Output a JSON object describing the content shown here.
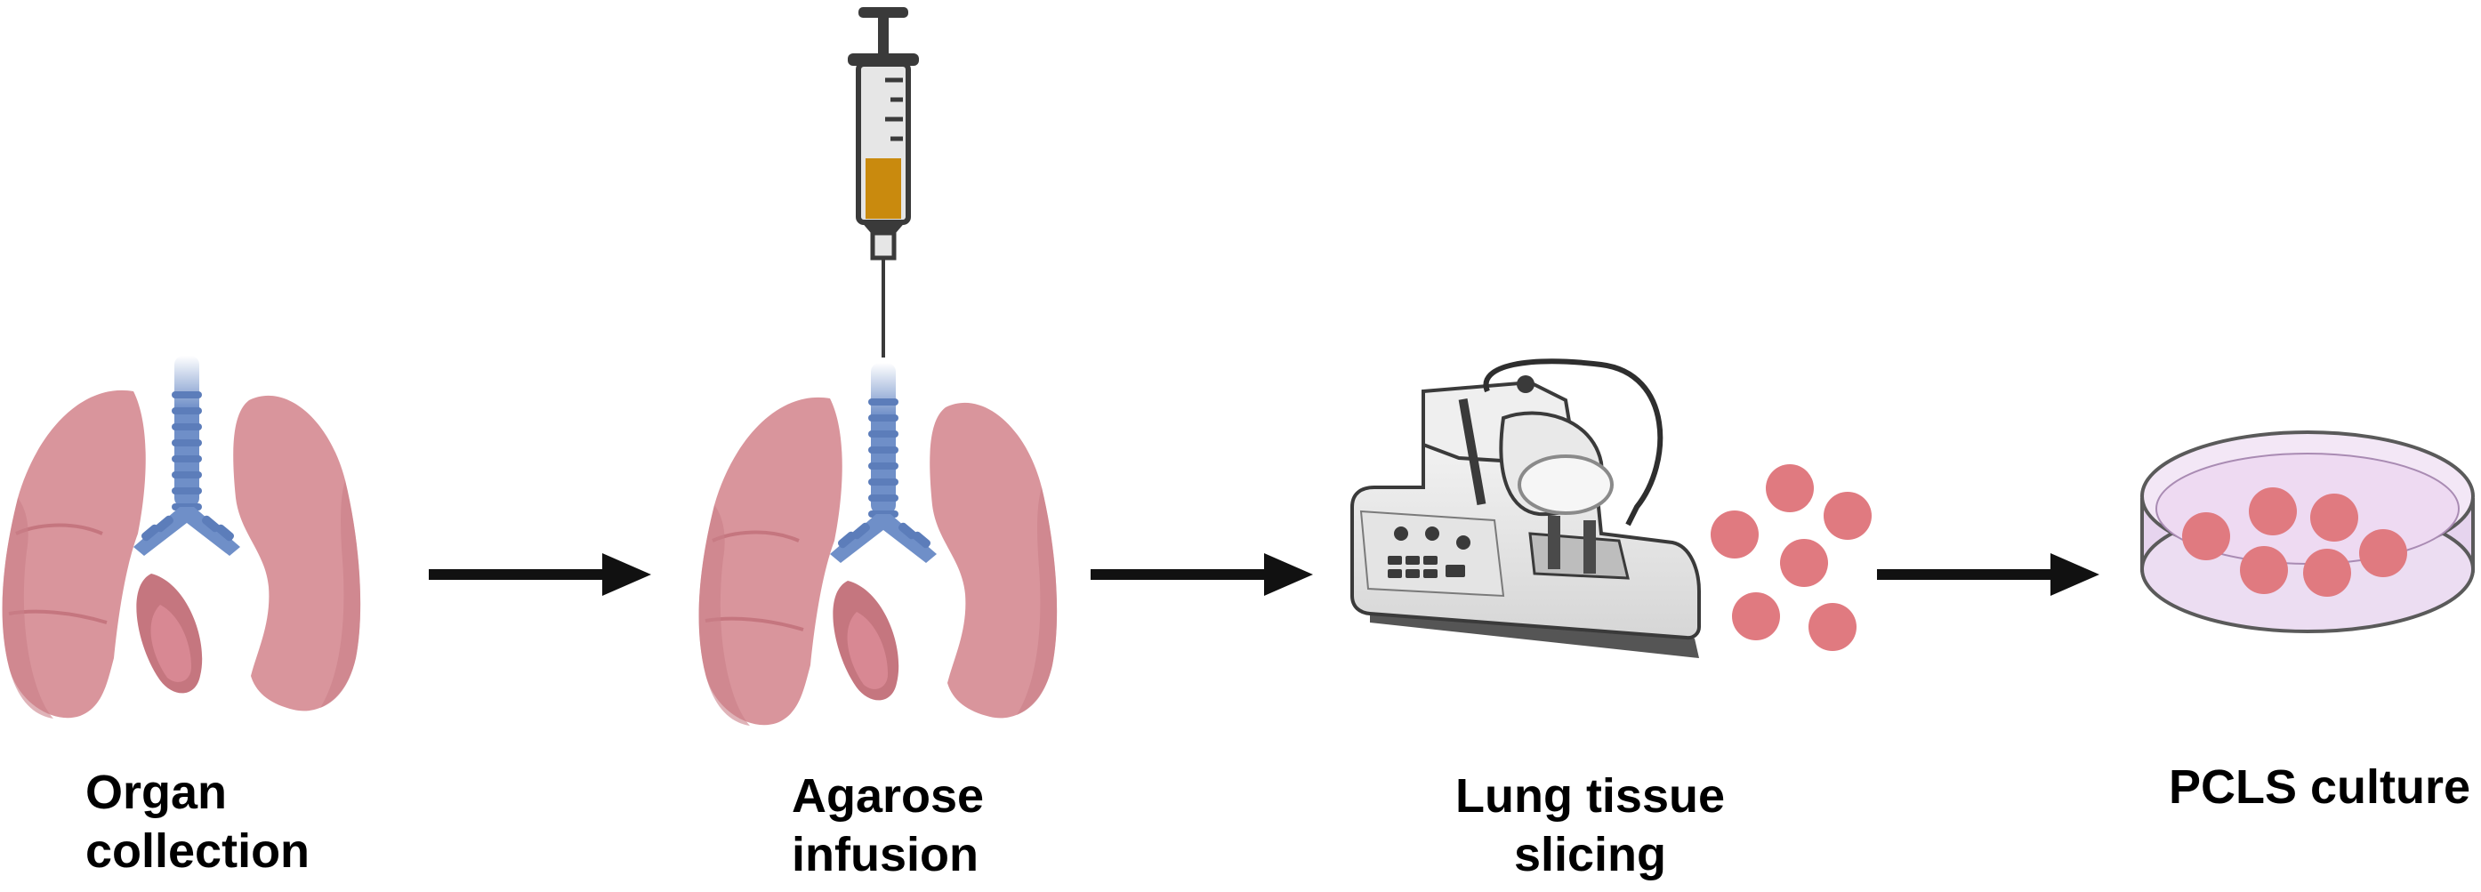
{
  "steps": [
    {
      "id": "organ-collection",
      "lines": [
        "Organ",
        "collection"
      ]
    },
    {
      "id": "agarose-infusion",
      "lines": [
        "Agarose",
        "infusion"
      ]
    },
    {
      "id": "lung-tissue-slicing",
      "lines": [
        "Lung tissue",
        "slicing"
      ]
    },
    {
      "id": "pcls-culture",
      "lines": [
        "PCLS culture"
      ]
    }
  ],
  "icons": [
    "lungs-icon",
    "syringe-icon",
    "lungs-icon",
    "vibratome-icon",
    "tissue-slices-icon",
    "petri-dish-icon"
  ],
  "colors": {
    "lung": "#D9959C",
    "lung_dark": "#C5767F",
    "trachea": "#6F8FC8",
    "agarose": "#C98A0E",
    "slice": "#E07A80",
    "dish_fill": "#EEDAF2",
    "arrow": "#111111"
  }
}
